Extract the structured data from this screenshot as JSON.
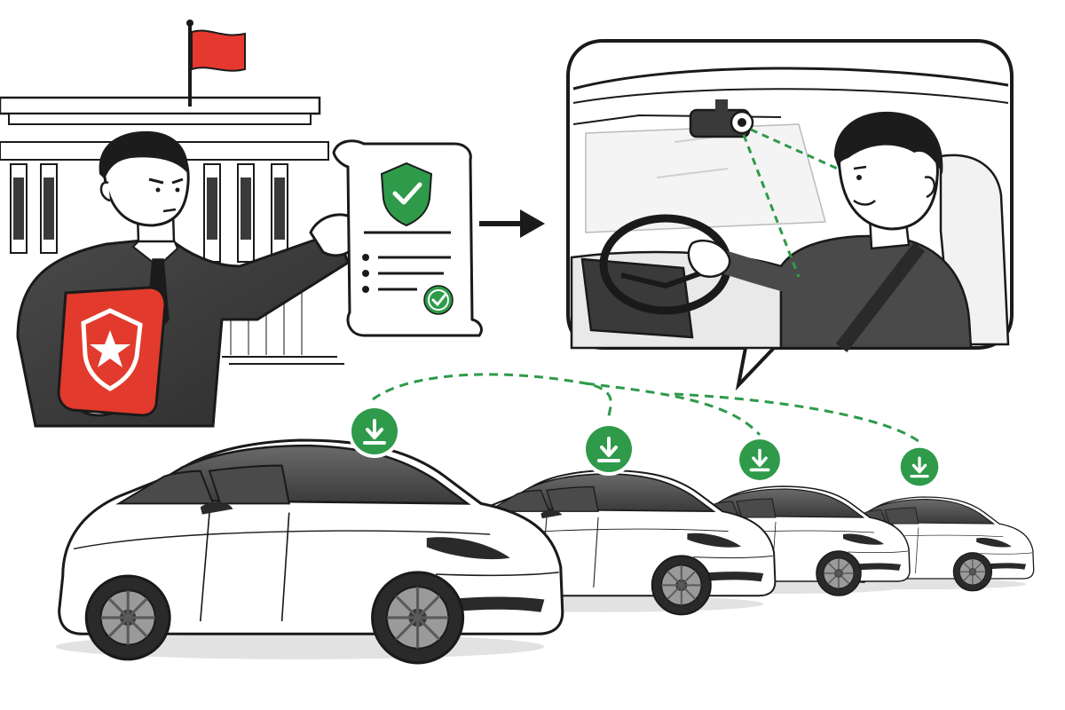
{
  "illustration": {
    "kind": "line-art illustration",
    "colors": {
      "ink": "#1a1a1a",
      "flag_red": "#e5392f",
      "folder_red": "#e23a2c",
      "approval_green": "#2e9a4a",
      "camera_link_green": "#2e9a4a",
      "suit_gray": "#3b3b3b",
      "car_white": "#ffffff",
      "car_glass": "#5a5a5a"
    },
    "icons": {
      "flag": "flag-icon",
      "shield_star": "shield-star-icon",
      "shield_check": "shield-check-icon",
      "approval_seal": "seal-check-icon",
      "arrow": "arrow-right-icon",
      "camera": "in-cabin-camera-icon",
      "download": "download-icon"
    },
    "car_count": 4,
    "download_badge_count": 4
  }
}
